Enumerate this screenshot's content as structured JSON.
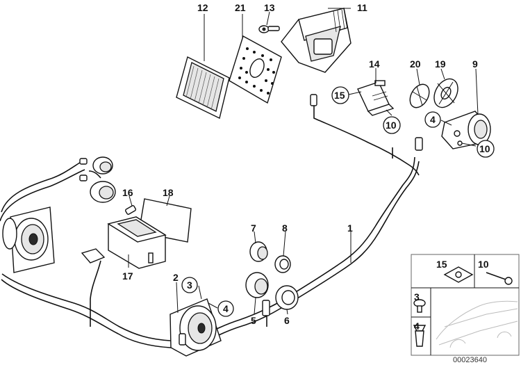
{
  "diagram": {
    "labels": {
      "l1": "1",
      "l2": "2",
      "l3": "3",
      "l4": "4",
      "l4b": "4",
      "l5": "5",
      "l6": "6",
      "l7": "7",
      "l8": "8",
      "l9": "9",
      "l10a": "10",
      "l10b": "10",
      "l11": "11",
      "l12": "12",
      "l13": "13",
      "l14": "14",
      "l15": "15",
      "l16": "16",
      "l17": "17",
      "l18": "18",
      "l19": "19",
      "l20": "20",
      "l21": "21"
    },
    "legend": {
      "l15": "15",
      "l10": "10",
      "l3": "3",
      "l4": "4"
    },
    "doc_number": "00023640"
  }
}
